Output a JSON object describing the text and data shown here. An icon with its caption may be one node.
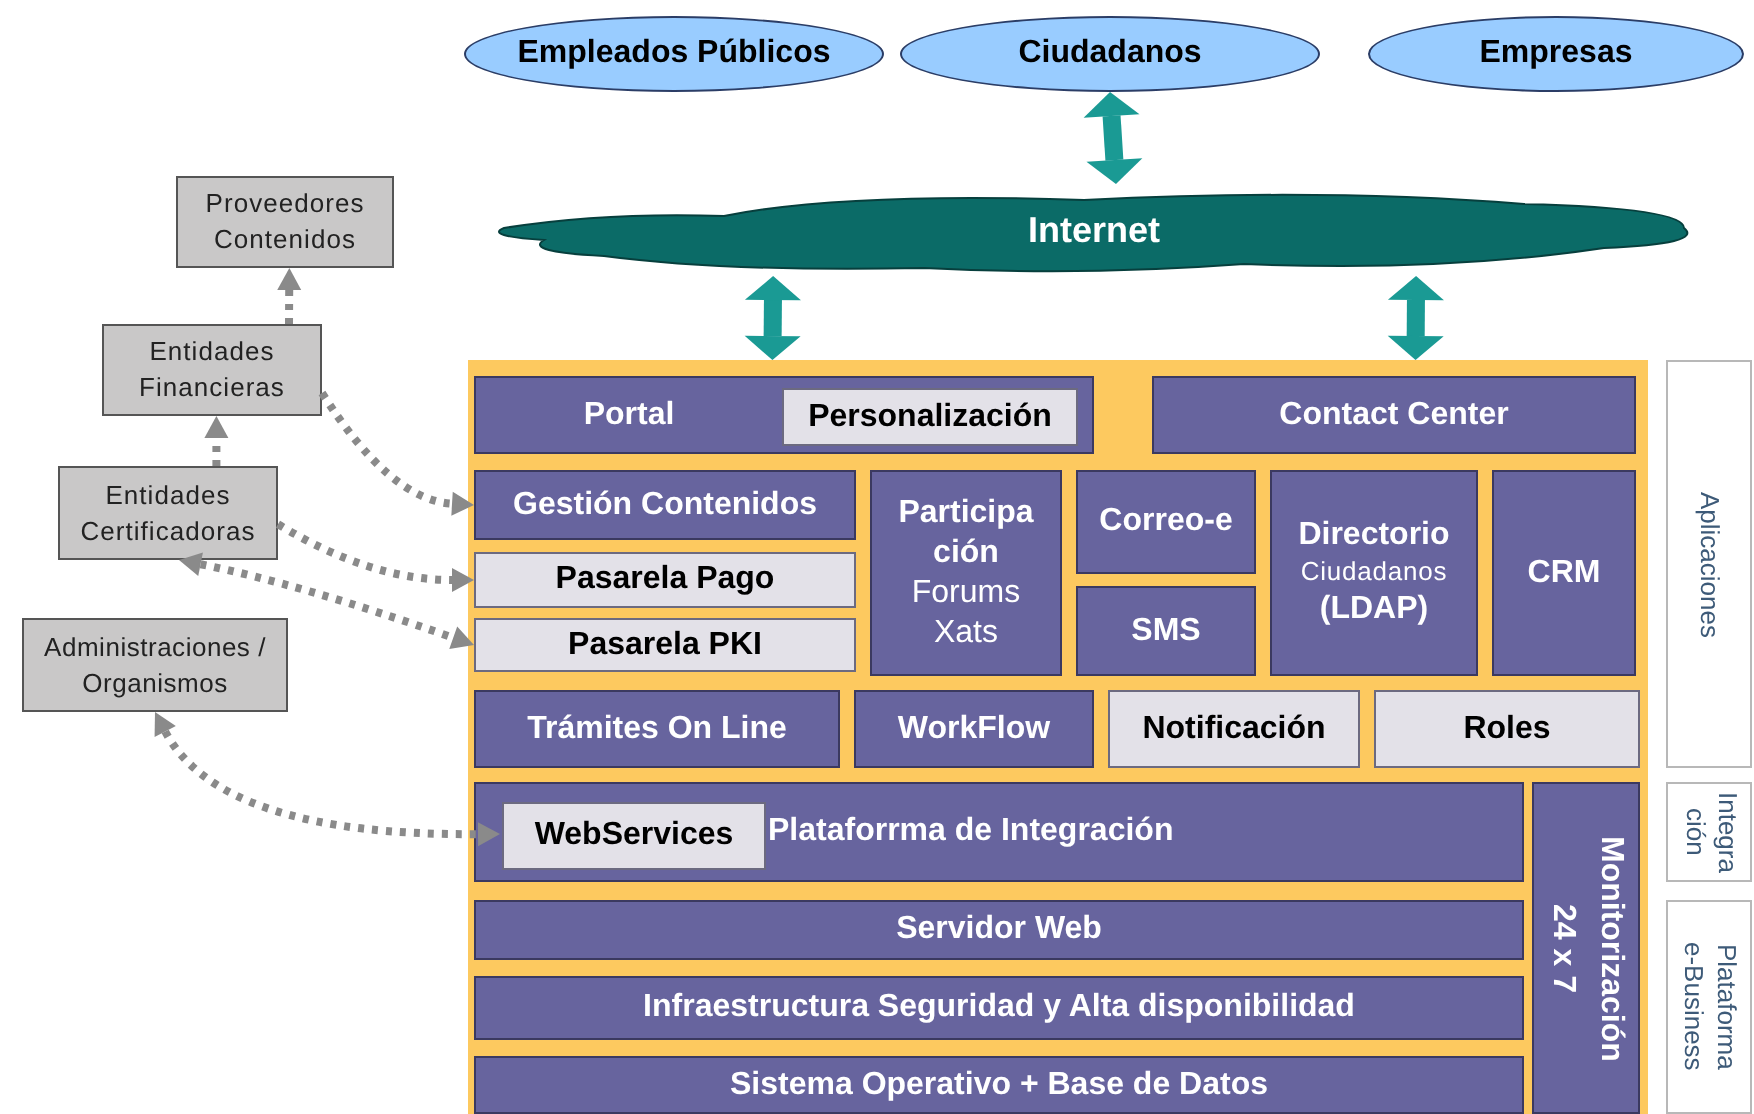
{
  "diagram": {
    "nodes": [
      {
        "text": [
          "Empleados Públicos"
        ]
      },
      {
        "text": [
          "Ciudadanos"
        ]
      },
      {
        "text": [
          "Empresas"
        ]
      },
      {
        "text": [
          "Internet"
        ]
      },
      {
        "text": [
          "Proveedores Contenidos"
        ]
      },
      {
        "text": [
          "Entidades Financieras"
        ]
      },
      {
        "text": [
          "Entidades Certificadoras"
        ]
      },
      {
        "text": [
          "Administraciones / Organismos"
        ]
      },
      {
        "text": [],
        "shape": "box"
      },
      {
        "text": [
          "Portal"
        ],
        "in": 8
      },
      {
        "text": [
          "Personalización"
        ],
        "in": 9
      },
      {
        "text": [
          "Contact Center"
        ],
        "in": 8
      },
      {
        "text": [
          "Gestión Contenidos"
        ],
        "in": 8
      },
      {
        "text": [
          "Pasarela Pago"
        ],
        "in": 8
      },
      {
        "text": [
          "Pasarela PKI"
        ],
        "in": 8
      },
      {
        "text": [
          "Participa ción",
          "Forums Xats"
        ],
        "in": 8
      },
      {
        "text": [
          "Correo-e"
        ],
        "in": 8
      },
      {
        "text": [
          "SMS"
        ],
        "in": 8
      },
      {
        "text": [
          "Directorio",
          "Ciudadanos",
          "(LDAP)"
        ],
        "in": 8
      },
      {
        "text": [
          "CRM"
        ],
        "in": 8
      },
      {
        "text": [
          "Trámites On Line"
        ],
        "in": 8
      },
      {
        "text": [
          "WorkFlow"
        ],
        "in": 8
      },
      {
        "text": [
          "Notificación"
        ],
        "in": 8
      },
      {
        "text": [
          "Roles"
        ],
        "in": 8
      },
      {
        "text": [
          "Plataforrma de Integración"
        ],
        "in": 8
      },
      {
        "text": [
          "WebServices"
        ],
        "in": 24
      },
      {
        "text": [
          "Servidor Web"
        ],
        "in": 8
      },
      {
        "text": [
          "Infraestructura Seguridad y Alta disponibilidad"
        ],
        "in": 8
      },
      {
        "text": [
          "Sistema Operativo + Base de Datos"
        ],
        "in": 8
      },
      {
        "text": [
          "Monitorización 24 x 7"
        ],
        "in": 8
      },
      {
        "text": [
          "Aplicaciones"
        ]
      },
      {
        "text": [
          "Integra ción"
        ]
      },
      {
        "text": [
          "Plataforma e-Business"
        ]
      }
    ],
    "edges": [
      {
        "from": 1,
        "to": 3,
        "arrow": "both",
        "style": "thick",
        "color": "#1a9a94"
      },
      {
        "from": 3,
        "to": 8,
        "arrow": "both",
        "style": "thick",
        "color": "#1a9a94"
      },
      {
        "from": 3,
        "to": 8,
        "arrow": "both",
        "style": "thick",
        "color": "#1a9a94"
      },
      {
        "from": 5,
        "to": 4,
        "arrow": "to",
        "style": "dashed"
      },
      {
        "from": 6,
        "to": 5,
        "arrow": "to",
        "style": "dashed"
      },
      {
        "from": 5,
        "to": 12,
        "arrow": "to",
        "style": "dashed"
      },
      {
        "from": 6,
        "to": 13,
        "arrow": "to",
        "style": "dashed"
      },
      {
        "from": 6,
        "to": 14,
        "arrow": "both",
        "style": "dashed"
      },
      {
        "from": 7,
        "to": 25,
        "arrow": "both",
        "style": "dashed"
      }
    ]
  }
}
